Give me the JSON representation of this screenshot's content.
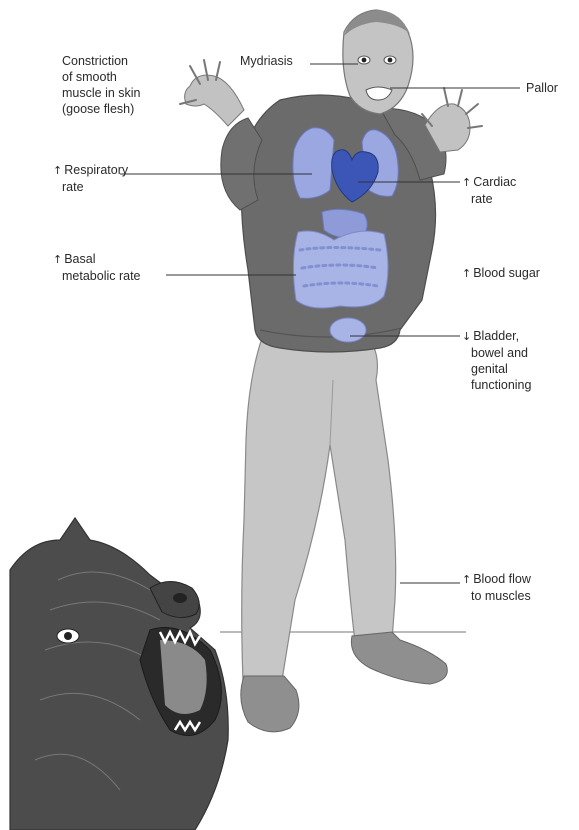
{
  "labels": {
    "goose_flesh": {
      "lines": [
        "Constriction",
        "of smooth",
        "muscle in skin",
        "(goose flesh)"
      ]
    },
    "mydriasis": {
      "lines": [
        "Mydriasis"
      ]
    },
    "pallor": {
      "lines": [
        "Pallor"
      ]
    },
    "respiratory": {
      "arrow": "↑",
      "lines": [
        "Respiratory",
        "rate"
      ]
    },
    "cardiac": {
      "arrow": "↑",
      "lines": [
        "Cardiac",
        "rate"
      ]
    },
    "basal": {
      "arrow": "↑",
      "lines": [
        "Basal",
        "metabolic rate"
      ]
    },
    "blood_sugar": {
      "arrow": "↑",
      "lines": [
        "Blood sugar"
      ]
    },
    "bladder": {
      "arrow": "↓",
      "lines": [
        "Bladder,",
        "bowel and",
        "genital",
        "functioning"
      ]
    },
    "blood_flow": {
      "arrow": "↑",
      "lines": [
        "Blood flow",
        "to muscles"
      ]
    }
  },
  "colors": {
    "sweater": "#6d6d6d",
    "trousers": "#c4c4c4",
    "skin": "#bdbdbd",
    "organs": "#9aa6e0",
    "heart": "#3b55b8",
    "dog": "#4a4a4a"
  }
}
